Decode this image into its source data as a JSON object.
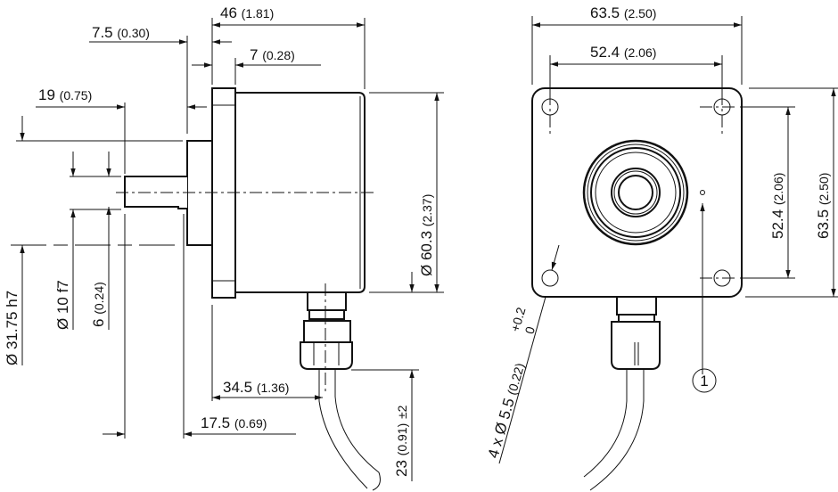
{
  "side_view": {
    "dim_length": {
      "value": "46",
      "inch": "(1.81)"
    },
    "dim_flange_offset": {
      "value": "7.5",
      "inch": "(0.30)"
    },
    "dim_flange_thickness": {
      "value": "7",
      "inch": "(0.28)"
    },
    "dim_shaft_length": {
      "value": "19",
      "inch": "(0.75)"
    },
    "dim_pilot_diameter": {
      "value": "Ø 31.75 h7"
    },
    "dim_shaft_diameter": {
      "value": "Ø 10 f7"
    },
    "dim_flat": {
      "value": "6",
      "inch": "(0.24)"
    },
    "dim_body_diameter": {
      "value": "Ø 60.3",
      "inch": "(2.37)"
    },
    "dim_cable_position": {
      "value": "34.5",
      "inch": "(1.36)"
    },
    "dim_flat_length": {
      "value": "17.5",
      "inch": "(0.69)"
    },
    "dim_gland_length": {
      "value": "23",
      "inch": "(0.91)",
      "tol": "±2"
    }
  },
  "front_view": {
    "dim_width": {
      "value": "63.5",
      "inch": "(2.50)"
    },
    "dim_hole_spacing_h": {
      "value": "52.4",
      "inch": "(2.06)"
    },
    "dim_hole_spacing_v": {
      "value": "52.4",
      "inch": "(2.06)"
    },
    "dim_height": {
      "value": "63.5",
      "inch": "(2.50)"
    },
    "dim_holes": {
      "value": "4 x Ø 5.5",
      "inch": "(0.22)",
      "tol_upper": "+0.2",
      "tol_lower": "0"
    },
    "callout": "1"
  }
}
